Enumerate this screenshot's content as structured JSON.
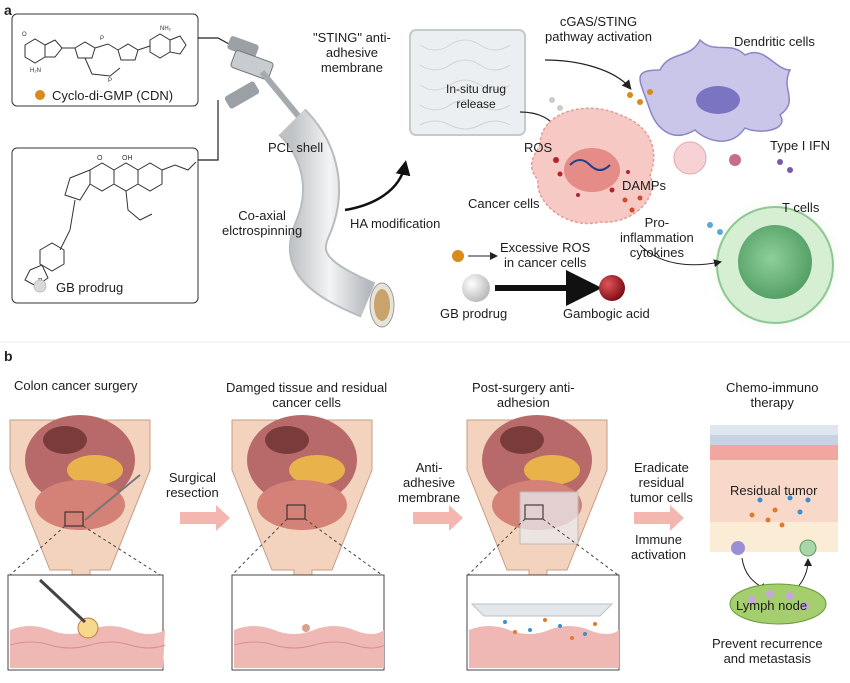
{
  "panel_a": {
    "tag": "a",
    "cdn_label": "Cyclo-di-GMP (CDN)",
    "gb_label": "GB prodrug",
    "pcl_shell": "PCL shell",
    "coaxial": "Co-axial\nelctrospinning",
    "ha_mod": "HA modification",
    "sting_membrane": "\"STING\" anti-\nadhesive\nmembrane",
    "insitu_release": "In-situ drug\nrelease",
    "cgas": "cGAS/STING\npathway activation",
    "dendritic": "Dendritic cells",
    "ros": "ROS",
    "type1ifn": "Type I IFN",
    "damps": "DAMPs",
    "cancer_cells": "Cancer cells",
    "t_cells": "T cells",
    "proinflam": "Pro-\ninflammation\ncytokines",
    "excess_ros": "Excessive ROS\nin cancer cells",
    "gb_prodrug_bottom": "GB prodrug",
    "gambogic": "Gambogic acid"
  },
  "panel_b": {
    "tag": "b",
    "step1_title": "Colon cancer surgery",
    "arrow1": "Surgical\nresection",
    "step2_title": "Damged tissue and residual\ncancer cells",
    "arrow2": "Anti-\nadhesive\nmembrane",
    "step3_title": "Post-surgery anti-\nadhesion",
    "arrow3a": "Eradicate\nresidual\ntumor cells",
    "arrow3b": "Immune\nactivation",
    "step4_title": "Chemo-immuno\ntherapy",
    "residual_tumor": "Residual tumor",
    "lymph_node": "Lymph node",
    "prevent": "Prevent recurrence\nand metastasis"
  },
  "colors": {
    "cdn_dot": "#d88a1c",
    "gb_dot": "#d9d9d9",
    "gambogic": "#a3141c",
    "arrow_pink": "#f4b7b0",
    "cancer_cell": "#f7c9c4",
    "t_cell": "#7dbf8b",
    "dendritic": "#c9c6ea"
  }
}
